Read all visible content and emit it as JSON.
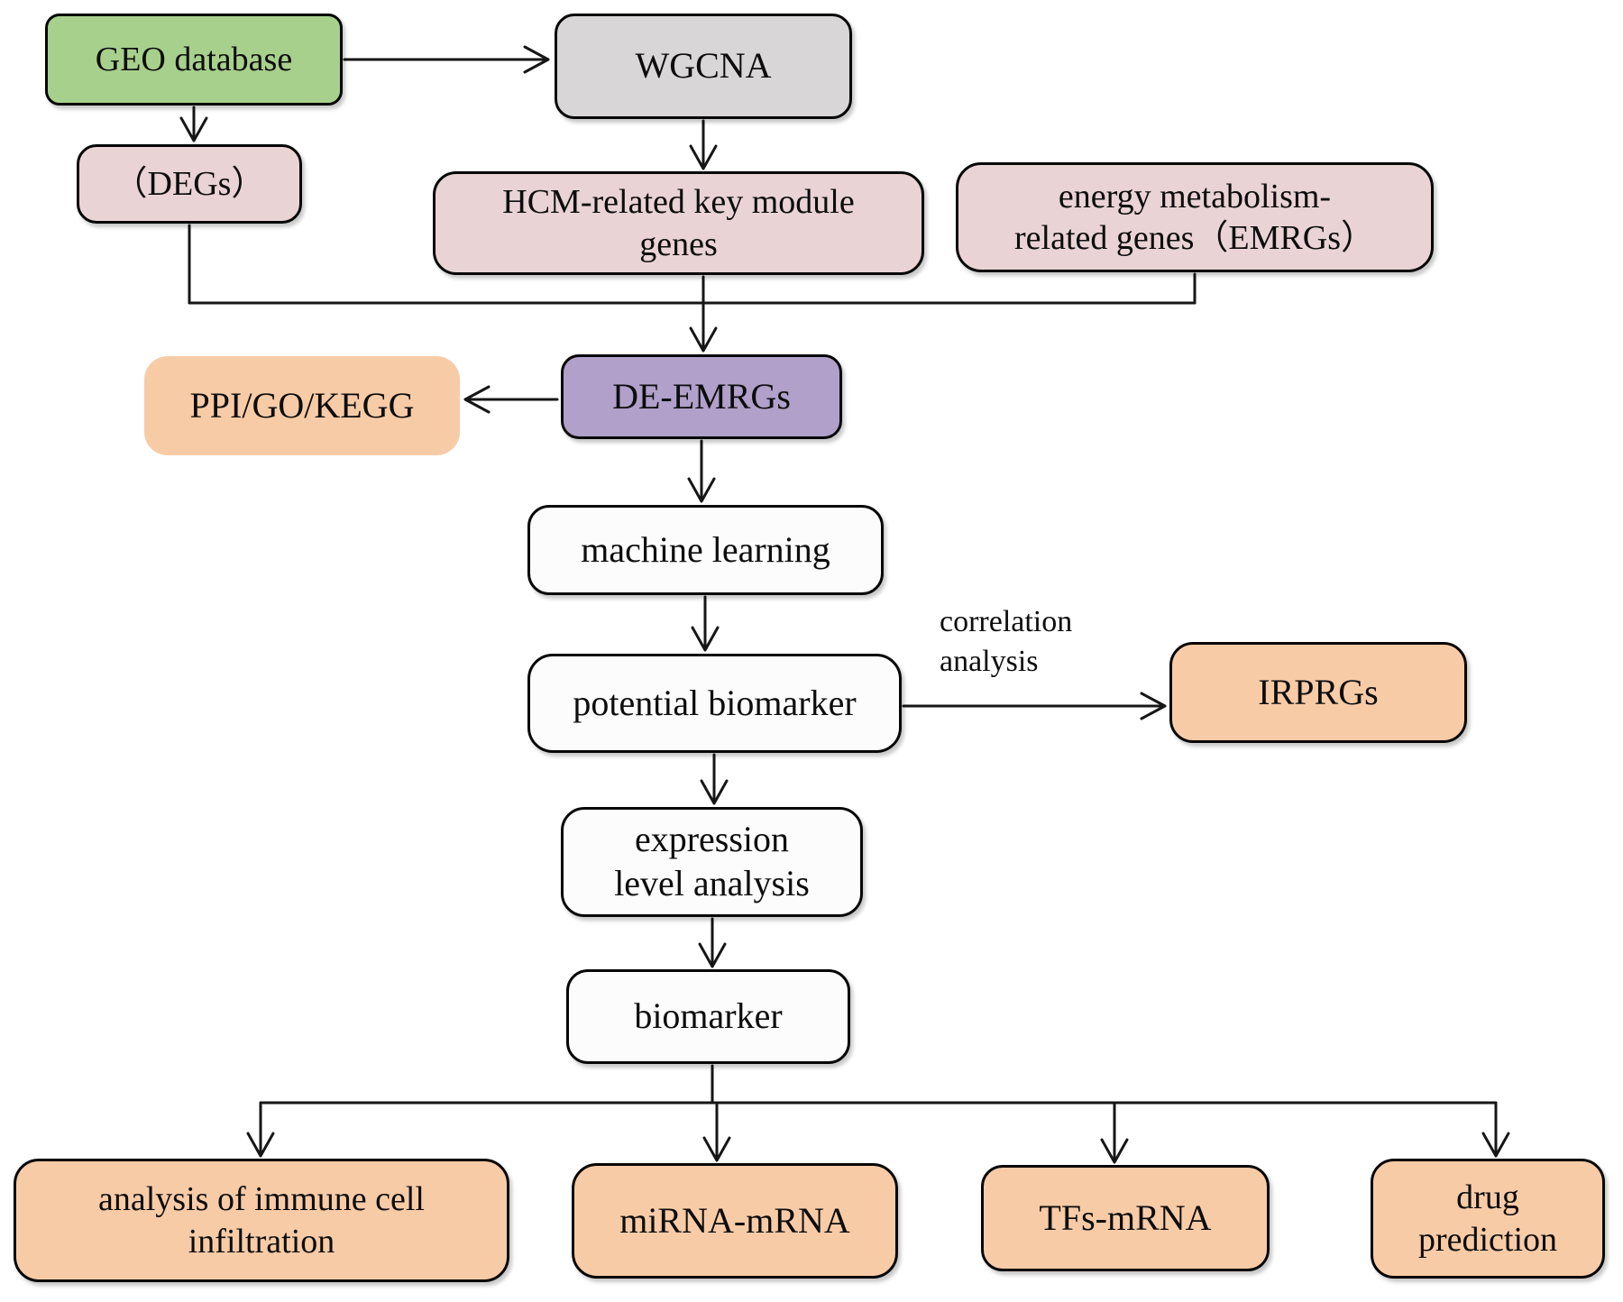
{
  "diagram": {
    "title": "HCM energy-metabolism biomarker discovery workflow",
    "palette": {
      "green": "#a8d08d",
      "gray": "#d8d6d6",
      "pink": "#e9d3d4",
      "purple": "#b0a0ca",
      "peach": "#f8cba7",
      "white_box": "#fcfcfc",
      "line": "#161616",
      "text": "#0d0d0d"
    },
    "nodes": {
      "geo": {
        "label": "GEO database",
        "fill": "#a8d08d"
      },
      "wgcna": {
        "label": "WGCNA",
        "fill": "#d8d6d6"
      },
      "degs": {
        "label": "（DEGs）",
        "fill": "#e9d3d4"
      },
      "hcm": {
        "label": "HCM-related key module\ngenes",
        "fill": "#e9d3d4"
      },
      "emrgs": {
        "label": "energy metabolism-\nrelated genes（EMRGs）",
        "fill": "#e9d3d4"
      },
      "ppi": {
        "label": "PPI/GO/KEGG",
        "fill": "#f8cba7"
      },
      "de_emrgs": {
        "label": "DE-EMRGs",
        "fill": "#b0a0ca"
      },
      "ml": {
        "label": "machine learning",
        "fill": "#fcfcfc"
      },
      "potential": {
        "label": "potential biomarker",
        "fill": "#fcfcfc"
      },
      "irprgs": {
        "label": "IRPRGs",
        "fill": "#f8cba7"
      },
      "expr": {
        "label": "expression\nlevel analysis",
        "fill": "#fcfcfc"
      },
      "biomarker": {
        "label": "biomarker",
        "fill": "#fcfcfc"
      },
      "immune": {
        "label": "analysis of immune cell\ninfiltration",
        "fill": "#f8cba7"
      },
      "mirna": {
        "label": "miRNA-mRNA",
        "fill": "#f8cba7"
      },
      "tfs": {
        "label": "TFs-mRNA",
        "fill": "#f8cba7"
      },
      "drug": {
        "label": "drug\nprediction",
        "fill": "#f8cba7"
      }
    },
    "edge_labels": {
      "correlation_analysis": "correlation\nanalysis"
    },
    "edges": [
      {
        "from": "geo",
        "to": "wgcna"
      },
      {
        "from": "geo",
        "to": "degs"
      },
      {
        "from": "wgcna",
        "to": "hcm"
      },
      {
        "from": [
          "degs",
          "hcm",
          "emrgs"
        ],
        "to": "de_emrgs"
      },
      {
        "from": "de_emrgs",
        "to": "ppi"
      },
      {
        "from": "de_emrgs",
        "to": "ml"
      },
      {
        "from": "ml",
        "to": "potential"
      },
      {
        "from": "potential",
        "to": "irprgs",
        "label": "correlation analysis"
      },
      {
        "from": "potential",
        "to": "expr"
      },
      {
        "from": "expr",
        "to": "biomarker"
      },
      {
        "from": "biomarker",
        "to": [
          "immune",
          "mirna",
          "tfs",
          "drug"
        ]
      }
    ]
  }
}
